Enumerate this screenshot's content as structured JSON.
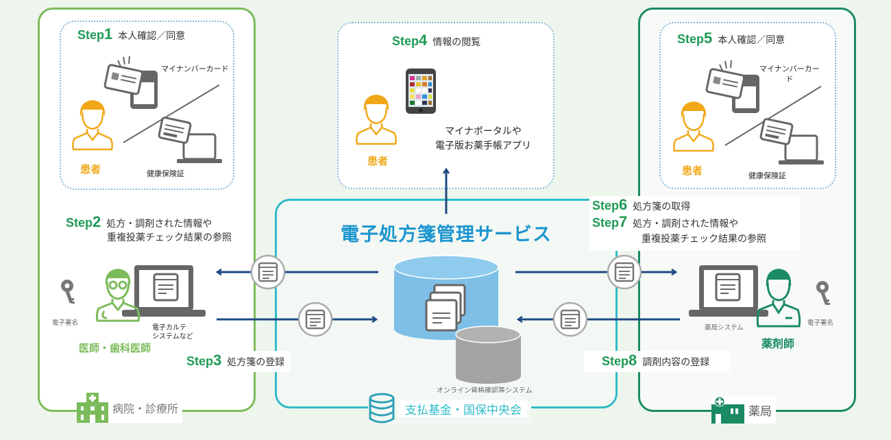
{
  "service": {
    "title": "電子処方箋管理サービス",
    "sub_system": "オンライン資格確認等システム",
    "organization": "支払基金・国保中央会"
  },
  "hospital": {
    "label": "病院・診療所",
    "step1": {
      "prefix": "Step",
      "num": "1",
      "text": "本人確認／同意"
    },
    "mynumber_card": "マイナンバーカード",
    "insurance_card": "健康保険証",
    "patient": "患者",
    "step2": {
      "prefix": "Step",
      "num": "2",
      "line1": "処方・調剤された情報や",
      "line2": "重複投薬チェック結果の参照"
    },
    "signature": "電子署名",
    "system_line1": "電子カルテ",
    "system_line2": "システムなど",
    "doctor": "医師・歯科医師",
    "step3": {
      "prefix": "Step",
      "num": "3",
      "text": "処方箋の登録"
    }
  },
  "patient_view": {
    "step4": {
      "prefix": "Step",
      "num": "4",
      "text": "情報の閲覧"
    },
    "patient": "患者",
    "app_line1": "マイナポータルや",
    "app_line2": "電子版お薬手帳アプリ"
  },
  "pharmacy": {
    "label": "薬局",
    "step5": {
      "prefix": "Step",
      "num": "5",
      "text": "本人確認／同意"
    },
    "mynumber_card_line1": "マイナンバーカー",
    "mynumber_card_line2": "ド",
    "insurance_card": "健康保険証",
    "patient": "患者",
    "step6": {
      "prefix": "Step",
      "num": "6",
      "text": "処方箋の取得"
    },
    "step7": {
      "prefix": "Step",
      "num": "7",
      "line1": "処方・調剤された情報や",
      "line2": "重複投薬チェック結果の参照"
    },
    "system": "薬局システム",
    "signature": "電子署名",
    "pharmacist": "薬剤師",
    "step8": {
      "prefix": "Step",
      "num": "8",
      "text": "調剤内容の登録"
    }
  },
  "colors": {
    "hospital": "#7cbb5b",
    "fund": "#2fbcc9",
    "pharmacy": "#1a8b62",
    "step_green": "#1f9a56",
    "patient_orange": "#f0a818",
    "arrow_navy": "#1d4a82",
    "service_blue": "#1a95cf"
  }
}
